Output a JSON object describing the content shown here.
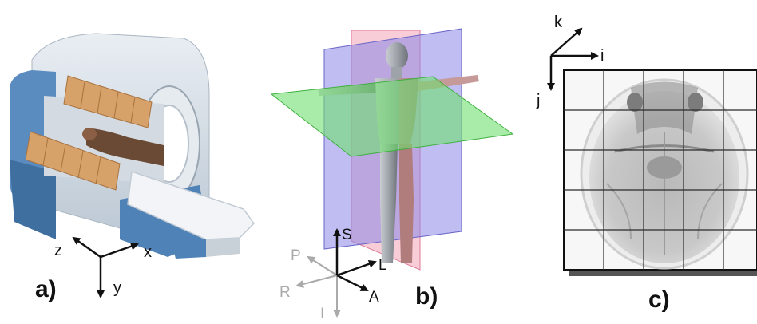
{
  "panels": {
    "a": {
      "label": "a)",
      "axes": {
        "z": "z",
        "x": "x",
        "y": "y"
      }
    },
    "b": {
      "label": "b)",
      "axes": {
        "S": "S",
        "P": "P",
        "L": "L",
        "R": "R",
        "A": "A",
        "I": "I"
      }
    },
    "c": {
      "label": "c)",
      "axes": {
        "k": "k",
        "i": "i",
        "j": "j"
      }
    }
  },
  "colors": {
    "scanner_body": "#dfe6ee",
    "scanner_blue": "#4f82b6",
    "coil_orange": "#d7a16a",
    "sagittal_plane": "#f2a4b8",
    "coronal_plane": "#8a86e8",
    "axial_plane": "#6fe06f",
    "gray_axis": "#a9a9a9",
    "grid_line": "#2b2b2b"
  }
}
